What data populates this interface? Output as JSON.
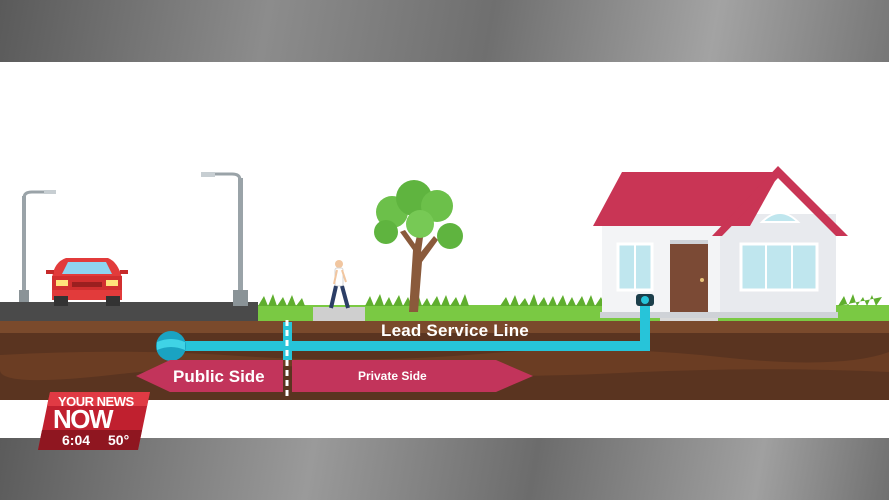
{
  "diagram": {
    "lead_line_label": "Lead Service Line",
    "public_side_label": "Public Side",
    "private_side_label": "Private Side"
  },
  "news_bug": {
    "brand_top": "YOUR NEWS",
    "brand_main": "NOW",
    "time": "6:04",
    "temperature": "50°"
  },
  "colors": {
    "pipe": "#27c4d9",
    "public_arrow": "#c2345b",
    "private_arrow": "#c2345b",
    "roof": "#c93555",
    "grass": "#7ac943",
    "soil": "#5a3420",
    "news_red": "#c0202f"
  },
  "icons": [
    "car-icon",
    "street-lamp-icon",
    "pedestrian-icon",
    "tree-icon",
    "house-icon",
    "water-main-icon",
    "water-meter-icon"
  ]
}
